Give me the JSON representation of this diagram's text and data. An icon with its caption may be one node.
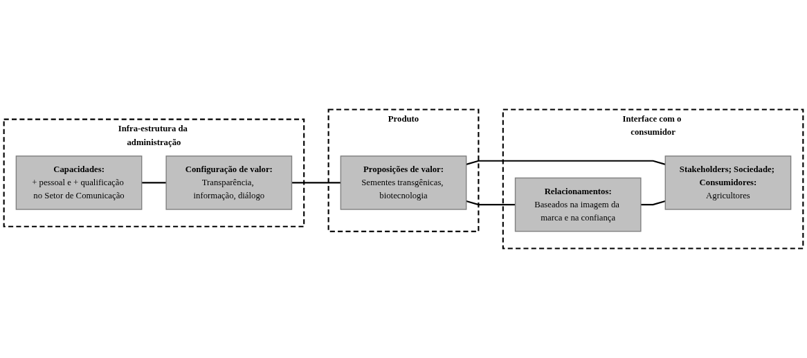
{
  "diagram": {
    "nodes": [
      {
        "text": [
          "Infra-estrutura da administração"
        ]
      },
      {
        "text": [
          "Capacidades:",
          "+ pessoal e + qualificação no Setor de Comunicação"
        ],
        "in": 0
      },
      {
        "text": [
          "Configuração de valor:",
          "Transparência, informação, diálogo"
        ],
        "in": 0
      },
      {
        "text": [
          "Produto"
        ]
      },
      {
        "text": [
          "Proposições de valor:",
          "Sementes transgênicas, biotecnologia"
        ],
        "in": 3
      },
      {
        "text": [
          "Interface com o consumidor"
        ]
      },
      {
        "text": [
          "Relacionamentos:",
          "Baseados na imagem da marca e na confiança"
        ],
        "in": 5
      },
      {
        "text": [
          "Stakeholders; Sociedade; Consumidores:",
          "Agricultores"
        ],
        "in": 5
      }
    ],
    "edges": [
      {
        "from": 1,
        "to": 2,
        "arrow": "none"
      },
      {
        "from": 2,
        "to": 4,
        "arrow": "none"
      },
      {
        "from": 4,
        "to": 6,
        "arrow": "none"
      },
      {
        "from": 4,
        "to": 7,
        "arrow": "none"
      },
      {
        "from": 6,
        "to": 7,
        "arrow": "none"
      }
    ]
  }
}
